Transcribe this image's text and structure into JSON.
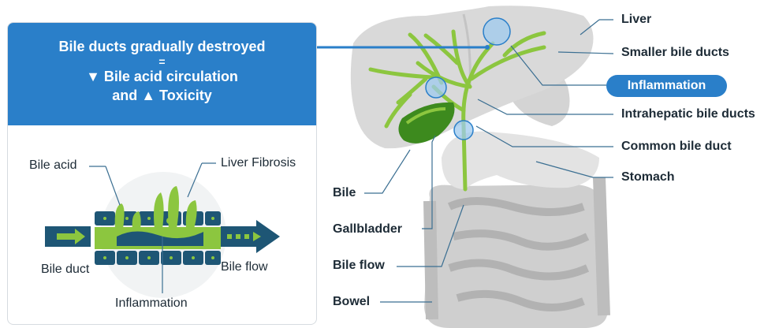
{
  "panel": {
    "title_line1": "Bile ducts gradually destroyed",
    "title_eq": "=",
    "title_line2": "▼ Bile acid circulation",
    "title_line3": "and ▲ Toxicity",
    "labels": {
      "bile_acid": "Bile acid",
      "liver_fibrosis": "Liver Fibrosis",
      "bile_duct": "Bile duct",
      "bile_flow": "Bile flow",
      "inflammation": "Inflammation"
    }
  },
  "anatomy": {
    "right_labels": {
      "liver": "Liver",
      "smaller_bile_ducts": "Smaller bile ducts",
      "inflammation": "Inflammation",
      "intrahepatic_bile_ducts": "Intrahepatic bile ducts",
      "common_bile_duct": "Common bile duct",
      "stomach": "Stomach"
    },
    "left_labels": {
      "bile": "Bile",
      "gallbladder": "Gallbladder",
      "bile_flow": "Bile flow",
      "bowel": "Bowel"
    }
  },
  "colors": {
    "blue": "#2a7fc9",
    "navy": "#1e5675",
    "green": "#8cc63f",
    "dark_green": "#3d8a1e",
    "organ_gray": "#d9d9d9"
  }
}
